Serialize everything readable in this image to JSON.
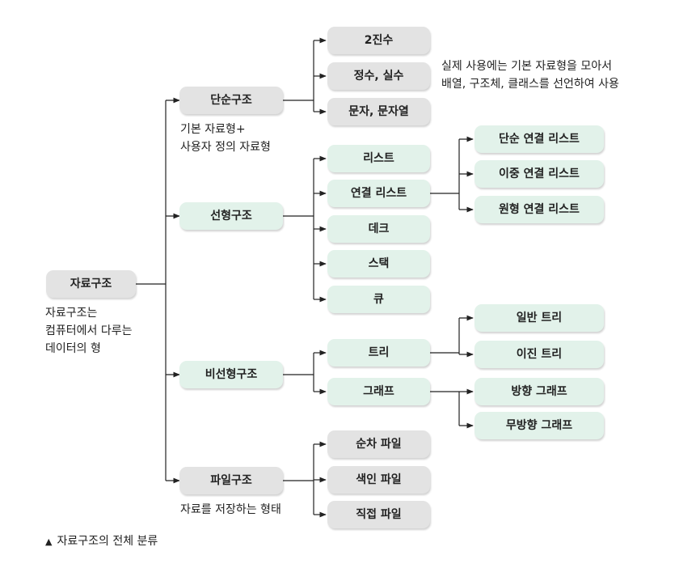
{
  "root": {
    "label": "자료구조",
    "note": [
      "자료구조는",
      "컴퓨터에서 다루는",
      "데이터의 형"
    ]
  },
  "branches": {
    "simple": {
      "label": "단순구조",
      "note": [
        "기본 자료형+",
        "사용자 정의 자료형"
      ],
      "items": [
        "2진수",
        "정수, 실수",
        "문자, 문자열"
      ],
      "side_note": [
        "실제 사용에는 기본 자료형을 모아서",
        "배열, 구조체, 클래스를 선언하여 사용"
      ]
    },
    "linear": {
      "label": "선형구조",
      "items": [
        "리스트",
        "연결 리스트",
        "데크",
        "스택",
        "큐"
      ],
      "linked_list_types": [
        "단순 연결 리스트",
        "이중 연결 리스트",
        "원형 연결 리스트"
      ]
    },
    "nonlinear": {
      "label": "비선형구조",
      "items": [
        "트리",
        "그래프"
      ],
      "tree_types": [
        "일반 트리",
        "이진 트리"
      ],
      "graph_types": [
        "방향 그래프",
        "무방향 그래프"
      ]
    },
    "file": {
      "label": "파일구조",
      "note": [
        "자료를 저장하는 형태"
      ],
      "items": [
        "순차 파일",
        "색인 파일",
        "직접 파일"
      ]
    }
  },
  "caption": {
    "marker": "▲",
    "text": "자료구조의 전체 분류"
  },
  "colors": {
    "gray_box": "#e3e3e3",
    "green_box": "#e2f2ea",
    "line": "#222222"
  }
}
